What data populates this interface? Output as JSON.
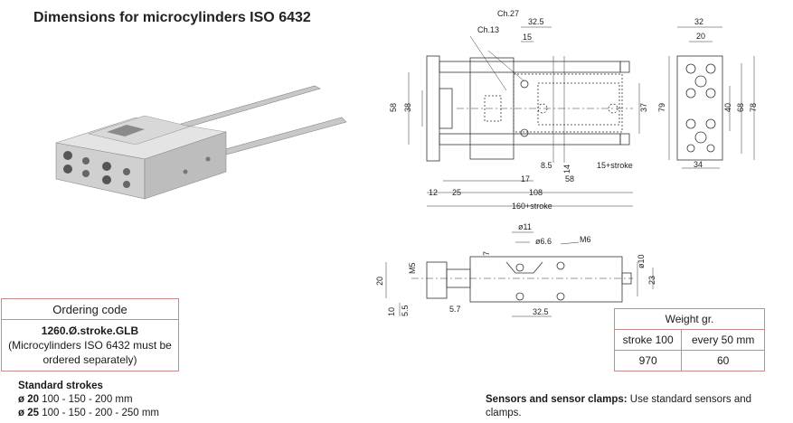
{
  "title": "Dimensions for microcylinders ISO 6432",
  "top_view_labels": {
    "ch27": "Ch.27",
    "ch13": "Ch.13",
    "d32_5": "32.5",
    "d15": "15",
    "d58": "58",
    "d38": "38",
    "d37": "37",
    "d8_5": "8.5",
    "d14": "14",
    "d15stroke": "15+stroke",
    "d17": "17",
    "d58b": "58",
    "d12": "12",
    "d25": "25",
    "d108": "108",
    "d160": "160+stroke"
  },
  "end_view_labels": {
    "d32": "32",
    "d20": "20",
    "d79": "79",
    "d40": "40",
    "d68": "68",
    "d78": "78",
    "d34": "34"
  },
  "side_view_labels": {
    "d11": "ø11",
    "d6_6": "ø6.6",
    "m6": "M6",
    "d7": "7",
    "d10": "ø10",
    "m5": "M5",
    "d20": "20",
    "d23": "23",
    "d10b": "10",
    "d5_5": "5.5",
    "d5_7": "5.7",
    "d32_5": "32.5"
  },
  "ordering": {
    "header": "Ordering code",
    "code": "1260.Ø.stroke.GLB",
    "note": "(Microcylinders ISO 6432 must be ordered separately)"
  },
  "strokes": {
    "title": "Standard strokes",
    "r1_bore": "ø 20",
    "r1_vals": "100 - 150 - 200 mm",
    "r2_bore": "ø 25",
    "r2_vals": "100 - 150 - 200 - 250 mm"
  },
  "weight": {
    "header": "Weight gr.",
    "col1": "stroke 100",
    "col2": "every 50 mm",
    "val1": "970",
    "val2": "60"
  },
  "sensors": {
    "bold": "Sensors and sensor clamps:",
    "text": " Use standard sensors and clamps."
  },
  "colors": {
    "line": "#333333",
    "border": "#c98a8a"
  }
}
